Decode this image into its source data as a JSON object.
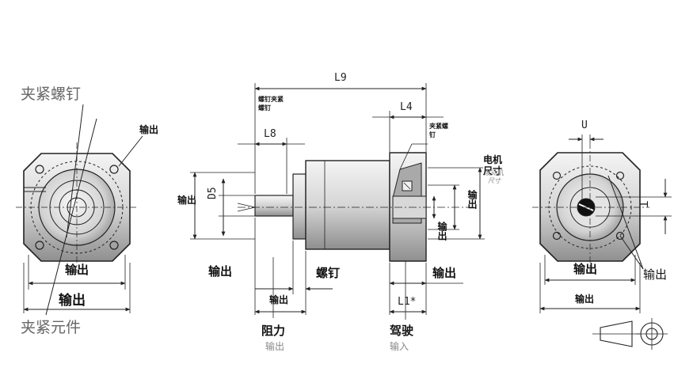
{
  "labels": {
    "clamp_screw": "夹紧螺钉",
    "clamp_element": "夹紧元件",
    "output_left_top": "输出",
    "output_left_mid": "输出",
    "output_left_bottom": "输出",
    "dim_L9": "L9",
    "dim_L8": "L8",
    "dim_L4": "L4",
    "dim_D5": "D5",
    "dim_L1": "L1*",
    "dim_U": "U",
    "dim_T": "T",
    "clamp_screw_small_1": "螺钉夹紧",
    "clamp_screw_small_2": "螺钉",
    "clamp_screw_right_1": "夹紧螺",
    "clamp_screw_right_2": "钉",
    "motor_size_1": "电机",
    "motor_size_2": "尺寸",
    "motor_size_gray_1": "发动机",
    "motor_size_gray_2": "尺寸",
    "output_side_left": "输出",
    "output_center_left": "输出",
    "screw": "螺钉",
    "output_center_bottom": "输出",
    "output_right_vert_1": "输出",
    "output_right_vert_2": "输出",
    "output_right_center": "输出",
    "resistance": "阻力",
    "resistance_sub": "输出",
    "drive": "驾驶",
    "drive_sub": "输入",
    "output_right_view_mid": "输出",
    "output_right_view_bottom": "输出",
    "output_right_view_side": "输出"
  },
  "colors": {
    "line": "#222222",
    "body_light": "#e6e6e6",
    "body_mid": "#b8b8b8",
    "body_dark": "#8a8a8a",
    "label_gray": "#666666"
  }
}
